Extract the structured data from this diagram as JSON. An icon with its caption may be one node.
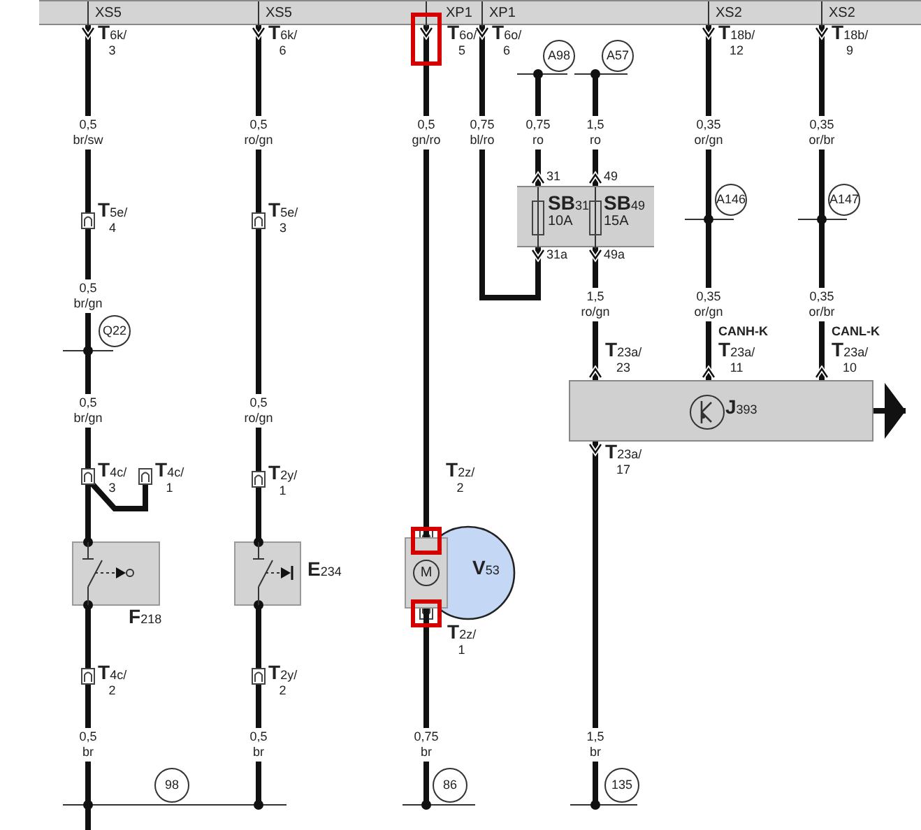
{
  "diagram": {
    "nodes": [
      {
        "text": [
          "XS5",
          "XS5",
          "XP1",
          "XP1",
          "XS2",
          "XS2"
        ]
      },
      {
        "text": [
          "A98"
        ]
      },
      {
        "text": [
          "A57"
        ]
      },
      {
        "text": [
          "**SB**$_{31}$ 10A",
          "**SB**$_{49}$ 15A"
        ]
      },
      {
        "text": [
          "A146"
        ]
      },
      {
        "text": [
          "A147"
        ]
      },
      {
        "text": [
          "Q22"
        ]
      },
      {
        "text": [
          "**J**$_{393}$"
        ]
      },
      {
        "text": [
          "**F**$_{218}$"
        ]
      },
      {
        "text": [
          "**E**$_{234}$"
        ]
      },
      {
        "text": [
          "M",
          "**V**$_{53}$"
        ]
      },
      {
        "text": [
          "98"
        ]
      },
      {
        "text": [
          "86"
        ]
      },
      {
        "text": [
          "135"
        ]
      }
    ],
    "edges": [
      {
        "from": 0,
        "to": 6,
        "arrow": "other",
        "label": "0,5 br/sw"
      },
      {
        "from": 6,
        "to": 8,
        "arrow": "none",
        "label": "0,5 br/gn"
      },
      {
        "from": 8,
        "to": 11,
        "arrow": "none",
        "label": "0,5 br"
      },
      {
        "from": 0,
        "to": 9,
        "arrow": "other",
        "label": "0,5 ro/gn"
      },
      {
        "from": 9,
        "to": 11,
        "arrow": "none",
        "label": "0,5 br"
      },
      {
        "from": 0,
        "to": 10,
        "arrow": "other",
        "label": "0,5 gn/ro"
      },
      {
        "from": 10,
        "to": 12,
        "arrow": "other",
        "label": "0,75 br"
      },
      {
        "from": 0,
        "to": 3,
        "arrow": "other",
        "label": "0,75 bl/ro"
      },
      {
        "from": 1,
        "to": 3,
        "arrow": "other",
        "label": "0,75 ro"
      },
      {
        "from": 2,
        "to": 3,
        "arrow": "other",
        "label": "1,5 ro"
      },
      {
        "from": 3,
        "to": 7,
        "arrow": "other",
        "label": "1,5 ro/gn"
      },
      {
        "from": 0,
        "to": 4,
        "arrow": "other",
        "label": "0,35 or/gn"
      },
      {
        "from": 4,
        "to": 7,
        "arrow": "other",
        "label": "0,35 or/gn"
      },
      {
        "from": 0,
        "to": 5,
        "arrow": "other",
        "label": "0,35 or/br"
      },
      {
        "from": 5,
        "to": 7,
        "arrow": "other",
        "label": "0,35 or/br"
      },
      {
        "from": 7,
        "to": 13,
        "arrow": "other",
        "label": "1,5 br"
      },
      {
        "from": 7,
        "to": null,
        "arrow": "to"
      }
    ],
    "labels": [
      "**T**$_{6k/}$ 3",
      "**T**$_{6k/}$ 6",
      "**T**$_{6o/}$ 5",
      "**T**$_{6o/}$ 6",
      "**T**$_{18b/}$ 12",
      "**T**$_{18b/}$ 9",
      "31",
      "49",
      "**T**$_{5e/}$ 4",
      "**T**$_{5e/}$ 3",
      "31a",
      "49a",
      "0,5 br/gn",
      "0,5 ro/gn",
      "CANH-K",
      "CANL-K",
      "**T**$_{23a/}$ 23",
      "**T**$_{23a/}$ 11",
      "**T**$_{23a/}$ 10",
      "**T**$_{23a/}$ 17",
      "**T**$_{4c/}$ 3",
      "**T**$_{4c/}$ 1",
      "**T**$_{2y/}$ 1",
      "**T**$_{2z/}$ 2",
      "**T**$_{2z/}$ 1",
      "**T**$_{4c/}$ 2",
      "**T**$_{2y/}$ 2"
    ]
  }
}
